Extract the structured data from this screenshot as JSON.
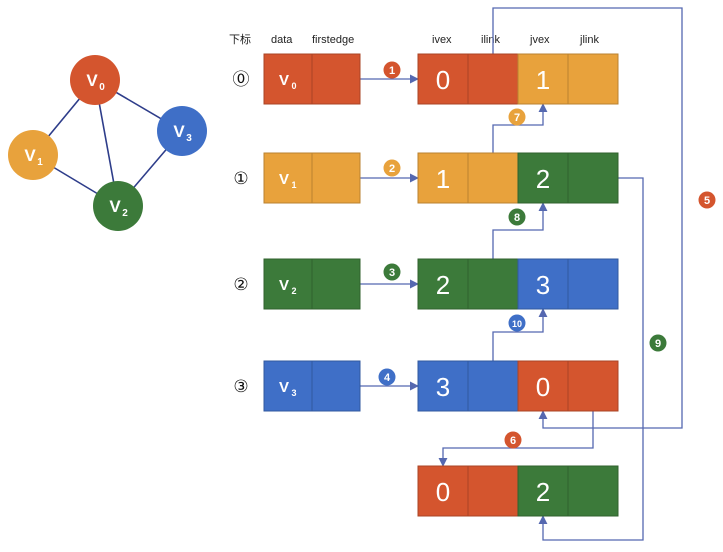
{
  "colors": {
    "v0": "#d4552e",
    "v1": "#e8a23c",
    "v2": "#3c7a3a",
    "v3": "#3f6fc7",
    "edge_line": "#2e3d8a",
    "arrow": "#5568b0"
  },
  "graph": {
    "nodes": [
      {
        "id": "v0",
        "label": "V",
        "sub": "0"
      },
      {
        "id": "v1",
        "label": "V",
        "sub": "1"
      },
      {
        "id": "v2",
        "label": "V",
        "sub": "2"
      },
      {
        "id": "v3",
        "label": "V",
        "sub": "3"
      }
    ],
    "edges": [
      [
        "v0",
        "v1"
      ],
      [
        "v0",
        "v2"
      ],
      [
        "v0",
        "v3"
      ],
      [
        "v1",
        "v2"
      ],
      [
        "v2",
        "v3"
      ]
    ]
  },
  "headers": {
    "index": "下标",
    "data": "data",
    "firstedge": "firstedge",
    "ivex": "ivex",
    "ilink": "ilink",
    "jvex": "jvex",
    "jlink": "jlink"
  },
  "vertex_rows": [
    {
      "index_label": "⓪",
      "vertex": "V",
      "sub": "0",
      "color": "v0"
    },
    {
      "index_label": "①",
      "vertex": "V",
      "sub": "1",
      "color": "v1"
    },
    {
      "index_label": "②",
      "vertex": "V",
      "sub": "2",
      "color": "v2"
    },
    {
      "index_label": "③",
      "vertex": "V",
      "sub": "3",
      "color": "v3"
    }
  ],
  "edge_nodes": [
    {
      "ivex": "0",
      "jvex": "1",
      "icolor": "v0",
      "jcolor": "v1"
    },
    {
      "ivex": "1",
      "jvex": "2",
      "icolor": "v1",
      "jcolor": "v2"
    },
    {
      "ivex": "2",
      "jvex": "3",
      "icolor": "v2",
      "jcolor": "v3"
    },
    {
      "ivex": "3",
      "jvex": "0",
      "icolor": "v3",
      "jcolor": "v0"
    },
    {
      "ivex": "0",
      "jvex": "2",
      "icolor": "v0",
      "jcolor": "v2"
    }
  ],
  "step_badges": [
    {
      "n": "1",
      "color": "v0"
    },
    {
      "n": "2",
      "color": "v1"
    },
    {
      "n": "3",
      "color": "v2"
    },
    {
      "n": "4",
      "color": "v3"
    },
    {
      "n": "5",
      "color": "v0"
    },
    {
      "n": "6",
      "color": "v0"
    },
    {
      "n": "7",
      "color": "v1"
    },
    {
      "n": "8",
      "color": "v2"
    },
    {
      "n": "9",
      "color": "v2"
    },
    {
      "n": "10",
      "color": "v3"
    }
  ]
}
